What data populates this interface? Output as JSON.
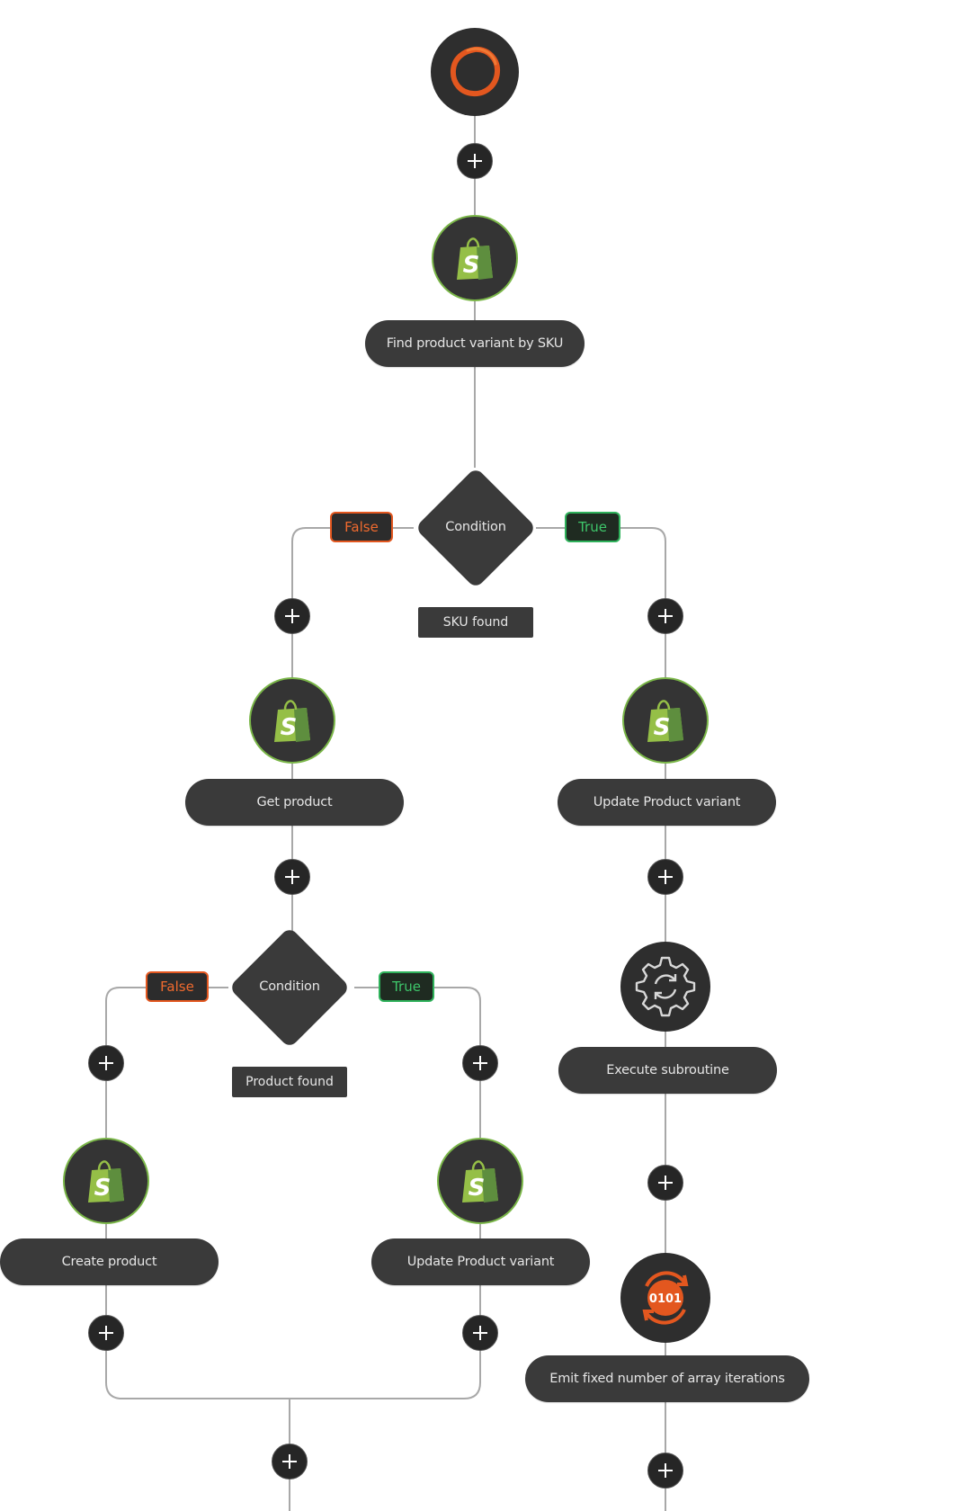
{
  "steps": {
    "find_variant": "Find product variant by SKU",
    "get_product": "Get product",
    "update_variant_right": "Update Product variant",
    "execute_subroutine": "Execute subroutine",
    "emit_iterations": "Emit fixed number of array iterations",
    "create_product": "Create product",
    "update_variant_inner": "Update Product variant"
  },
  "conditions": {
    "sku": {
      "label": "Condition",
      "caption": "SKU found",
      "false_label": "False",
      "true_label": "True"
    },
    "product": {
      "label": "Condition",
      "caption": "Product found",
      "false_label": "False",
      "true_label": "True"
    }
  },
  "icons": {
    "trigger": "orange-ring-icon",
    "shopify": "shopify-bag-icon",
    "subroutine": "gear-sync-icon",
    "iterator": "binary-loop-icon",
    "add": "plus-icon"
  },
  "colors": {
    "shopify_green": "#7ab648",
    "accent_orange": "#e3571f",
    "true_green": "#2fb25b",
    "node_dark": "#2e2e2e",
    "connector": "#a6a6a6"
  },
  "iterator_badge": "0101"
}
